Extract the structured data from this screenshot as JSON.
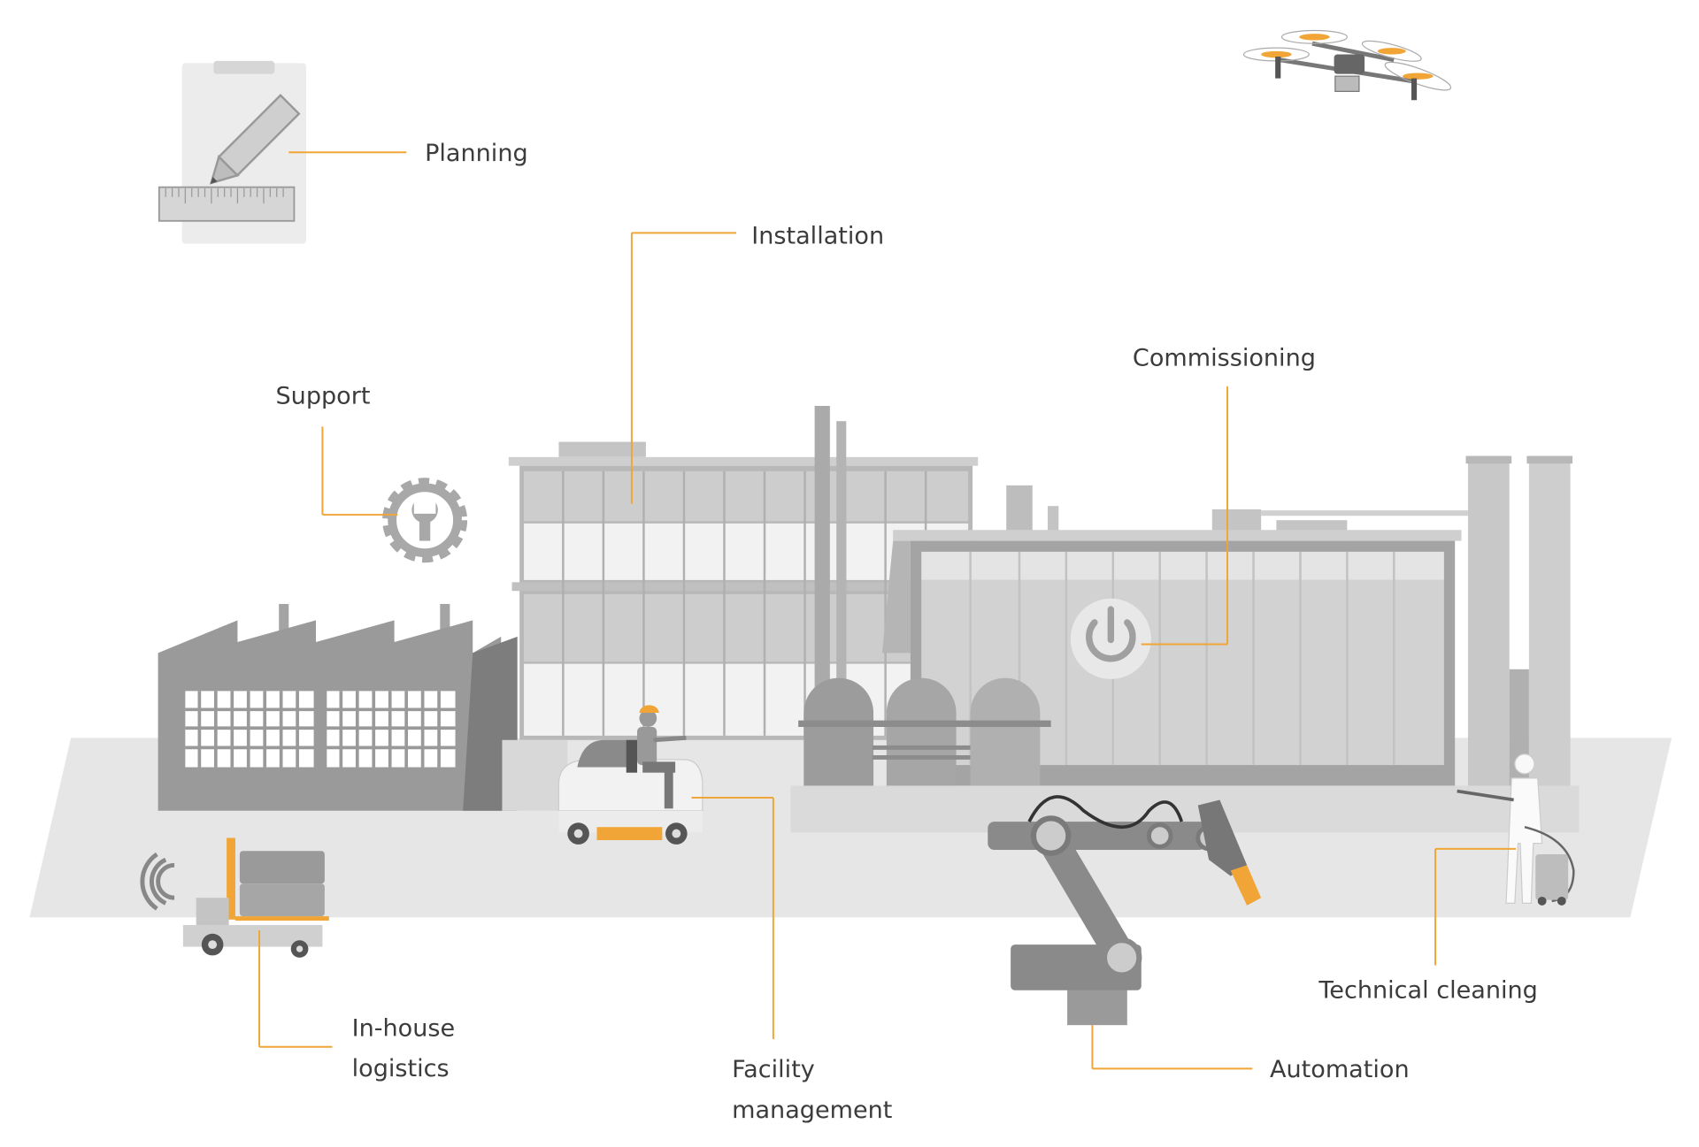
{
  "colors": {
    "accent": "#f0a536",
    "text": "#3c3c3c",
    "ground": "#e6e6e6",
    "building_dark": "#9a9a9a",
    "building_light": "#d0d0d0"
  },
  "labels": {
    "planning": "Planning",
    "installation": "Installation",
    "support": "Support",
    "commissioning": "Commissioning",
    "inhouse_logistics": [
      "In-house",
      "logistics"
    ],
    "facility_management": [
      "Facility",
      "management"
    ],
    "automation": "Automation",
    "technical_cleaning": "Technical cleaning"
  },
  "icons": [
    "clipboard-pencil-ruler-icon",
    "drone-icon",
    "gear-wrench-icon",
    "power-icon",
    "forklift-icon",
    "sweeper-vehicle-icon",
    "robot-arm-icon",
    "cleaning-worker-icon"
  ]
}
